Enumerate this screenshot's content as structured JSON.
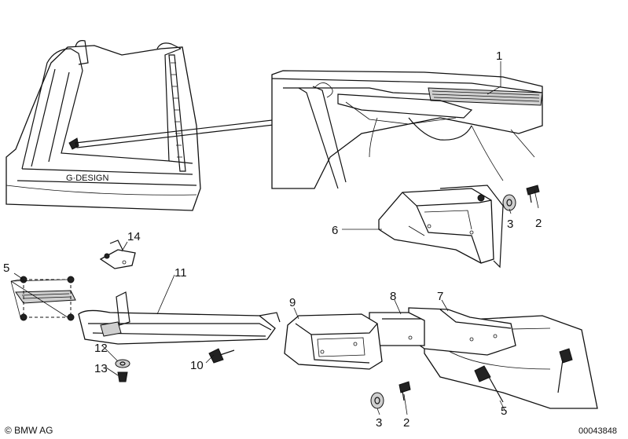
{
  "callouts": {
    "c1": "1",
    "c2_top": "2",
    "c3_top": "3",
    "c6": "6",
    "c14": "14",
    "c11": "11",
    "c5_left": "5",
    "c12": "12",
    "c13": "13",
    "c10": "10",
    "c9": "9",
    "c8": "8",
    "c7": "7",
    "c3_bottom": "3",
    "c2_bottom": "2",
    "c5_right": "5"
  },
  "badge_text": "G·DESIGN",
  "footer": {
    "copyright": "© BMW AG",
    "drawing_number": "00043848"
  }
}
